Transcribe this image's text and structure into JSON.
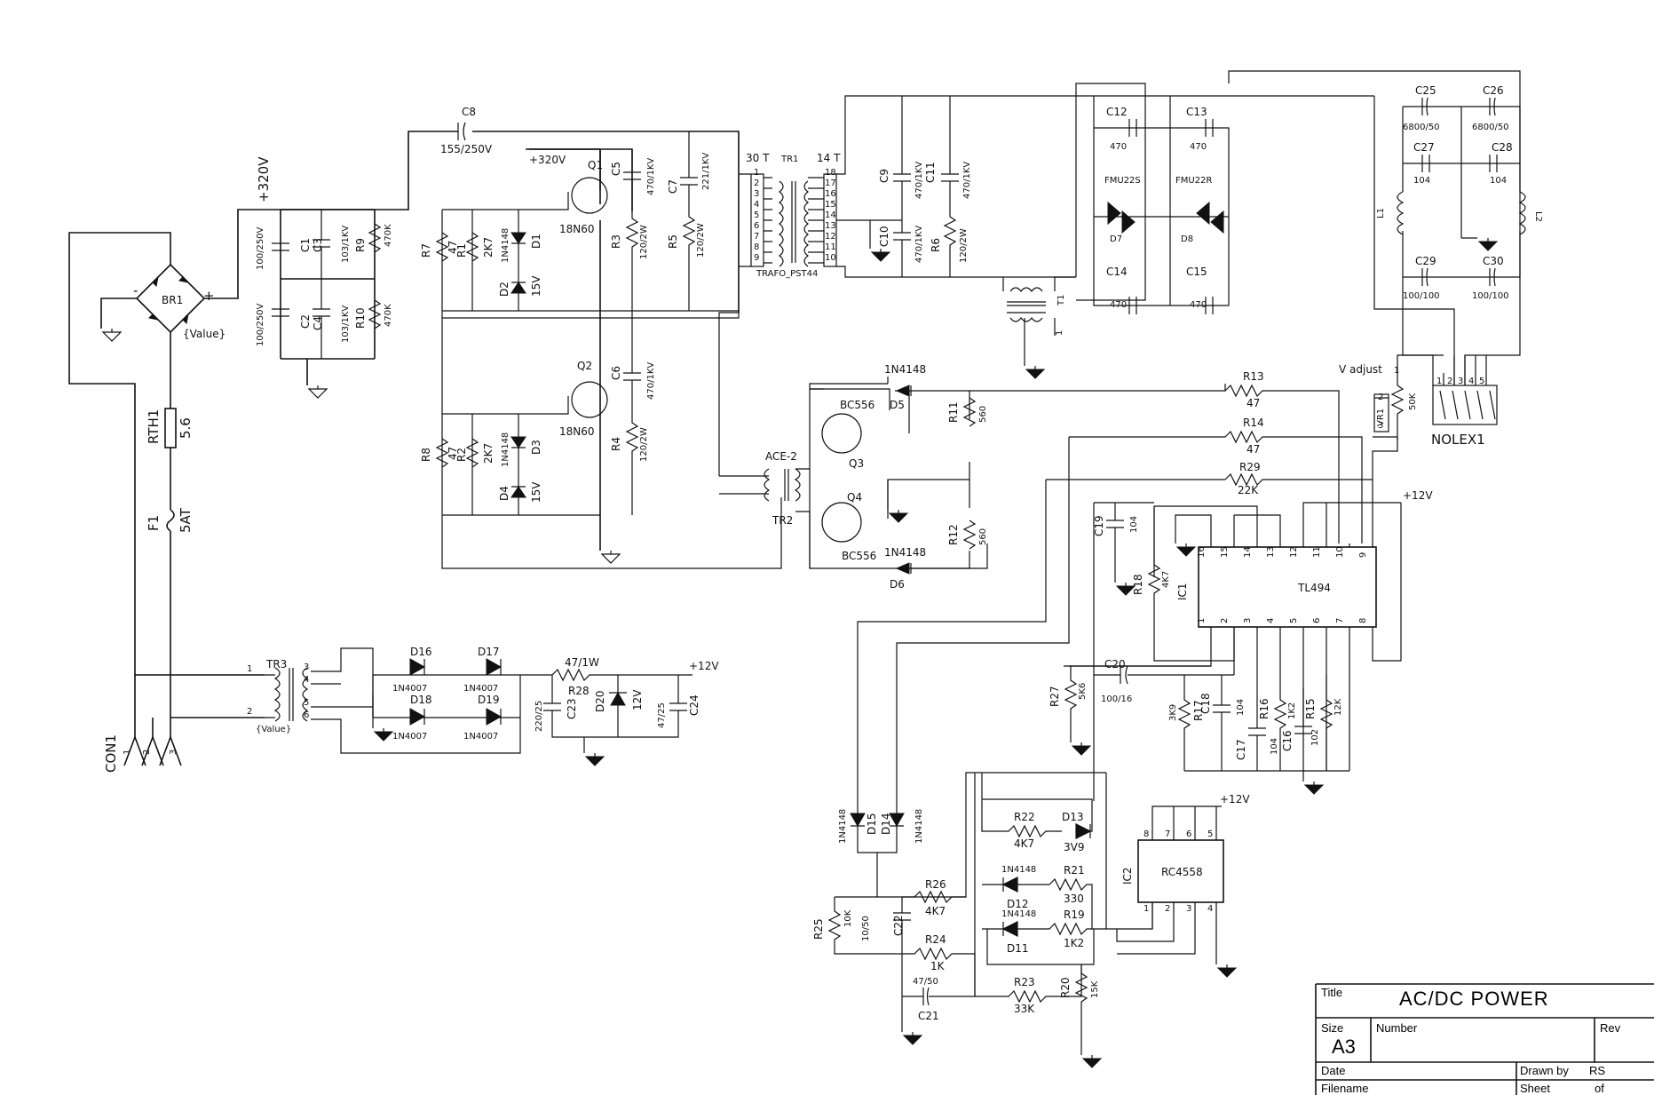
{
  "title_block": {
    "title_label": "Title",
    "title": "AC/DC POWER",
    "size_label": "Size",
    "size": "A3",
    "number_label": "Number",
    "rev_label": "Rev",
    "date_label": "Date",
    "drawn_by_label": "Drawn by",
    "drawn_by": "RS",
    "filename_label": "Filename",
    "sheet_label": "Sheet",
    "of_label": "of"
  },
  "nodes": {
    "plus320": "+320V",
    "plus320_q1": "+320V",
    "plus12_main": "+12V",
    "plus12_ic1": "+12V",
    "plus12_ic2": "+12V",
    "v_adjust": "V adjust"
  },
  "parts": {
    "BR1": {
      "ref": "BR1",
      "value": "{Value}"
    },
    "RTH1": {
      "ref": "RTH1",
      "value": "5.6"
    },
    "F1": {
      "ref": "F1",
      "value": "5AT"
    },
    "CON1": {
      "ref": "CON1",
      "pins": [
        "1",
        "2",
        "3"
      ]
    },
    "C1": {
      "ref": "C1",
      "value": "100/250V"
    },
    "C2": {
      "ref": "C2",
      "value": "100/250V"
    },
    "C3": {
      "ref": "C3",
      "value": "103/1KV"
    },
    "C4": {
      "ref": "C4",
      "value": "103/1KV"
    },
    "R9": {
      "ref": "R9",
      "value": "470K"
    },
    "R10": {
      "ref": "R10",
      "value": "470K"
    },
    "C8": {
      "ref": "C8",
      "value": "155/250V"
    },
    "Q1": {
      "ref": "Q1",
      "value": "18N60"
    },
    "Q2": {
      "ref": "Q2",
      "value": "18N60"
    },
    "R1": {
      "ref": "R1",
      "value": "2K7"
    },
    "R2": {
      "ref": "R2",
      "value": "2K7"
    },
    "R7": {
      "ref": "R7",
      "value": "47"
    },
    "R8": {
      "ref": "R8",
      "value": "47"
    },
    "D1": {
      "ref": "D1",
      "value": "1N4148"
    },
    "D2": {
      "ref": "D2",
      "value": "15V"
    },
    "D3": {
      "ref": "D3",
      "value": "1N4148"
    },
    "D4": {
      "ref": "D4",
      "value": "15V"
    },
    "C5": {
      "ref": "C5",
      "value": "470/1KV"
    },
    "C6": {
      "ref": "C6",
      "value": "470/1KV"
    },
    "R3": {
      "ref": "R3",
      "value": "120/2W"
    },
    "R4": {
      "ref": "R4",
      "value": "120/2W"
    },
    "C7": {
      "ref": "C7",
      "value": "221/1KV"
    },
    "R5": {
      "ref": "R5",
      "value": "120/2W"
    },
    "TR1": {
      "ref": "TR1",
      "value": "TRAFO_PST44",
      "primary": "30 T",
      "secondary": "14 T",
      "pins_left": [
        "1",
        "2",
        "3",
        "4",
        "5",
        "6",
        "7",
        "8",
        "9"
      ],
      "pins_right": [
        "18",
        "17",
        "16",
        "15",
        "14",
        "13",
        "12",
        "11",
        "10"
      ]
    },
    "C9": {
      "ref": "C9",
      "value": "470/1KV"
    },
    "C10": {
      "ref": "C10",
      "value": "470/1KV"
    },
    "C11": {
      "ref": "C11",
      "value": "470/1KV"
    },
    "R6": {
      "ref": "R6",
      "value": "120/2W"
    },
    "T1": {
      "ref": "T1",
      "pin": "1"
    },
    "TR2": {
      "ref": "TR2",
      "value": "ACE-2"
    },
    "Q3": {
      "ref": "Q3",
      "value": "BC556"
    },
    "Q4": {
      "ref": "Q4",
      "value": "BC556"
    },
    "D5": {
      "ref": "D5",
      "value": "1N4148"
    },
    "D6": {
      "ref": "D6",
      "value": "1N4148"
    },
    "R11": {
      "ref": "R11",
      "value": "560"
    },
    "R12": {
      "ref": "R12",
      "value": "560"
    },
    "C12": {
      "ref": "C12",
      "value": "470"
    },
    "C13": {
      "ref": "C13",
      "value": "470"
    },
    "C14": {
      "ref": "C14",
      "value": "470"
    },
    "C15": {
      "ref": "C15",
      "value": "470"
    },
    "D7": {
      "ref": "D7",
      "value": "FMU22S"
    },
    "D8": {
      "ref": "D8",
      "value": "FMU22R"
    },
    "C25": {
      "ref": "C25",
      "value": "6800/50"
    },
    "C26": {
      "ref": "C26",
      "value": "6800/50"
    },
    "C27": {
      "ref": "C27",
      "value": "104"
    },
    "C28": {
      "ref": "C28",
      "value": "104"
    },
    "L1": {
      "ref": "L1"
    },
    "L2": {
      "ref": "L2"
    },
    "C29": {
      "ref": "C29",
      "value": "100/100"
    },
    "C30": {
      "ref": "C30",
      "value": "100/100"
    },
    "NOLEX1": {
      "ref": "NOLEX1",
      "pins": [
        "1",
        "2",
        "3",
        "4",
        "5"
      ]
    },
    "VR1": {
      "ref": "VR1",
      "value": "50K",
      "pins": [
        "1",
        "2",
        "3"
      ]
    },
    "R13": {
      "ref": "R13",
      "value": "47"
    },
    "R14": {
      "ref": "R14",
      "value": "47"
    },
    "R29": {
      "ref": "R29",
      "value": "22K"
    },
    "C19": {
      "ref": "C19",
      "value": "104"
    },
    "R18": {
      "ref": "R18",
      "value": "4K7"
    },
    "IC1": {
      "ref": "IC1",
      "value": "TL494",
      "pins_top": [
        "16",
        "15",
        "14",
        "13",
        "12",
        "11",
        "10",
        "9"
      ],
      "pins_bottom": [
        "1",
        "2",
        "3",
        "4",
        "5",
        "6",
        "7",
        "8"
      ]
    },
    "R27": {
      "ref": "R27",
      "value": "5K6"
    },
    "C20": {
      "ref": "C20",
      "value": "100/16"
    },
    "R17": {
      "ref": "R17",
      "value": "3K9"
    },
    "C18": {
      "ref": "C18",
      "value": "104"
    },
    "C17": {
      "ref": "C17",
      "value": "104"
    },
    "R16": {
      "ref": "R16",
      "value": "1K2"
    },
    "C16": {
      "ref": "C16",
      "value": "102"
    },
    "R15": {
      "ref": "R15",
      "value": "12K"
    },
    "TR3": {
      "ref": "TR3",
      "value": "{Value}",
      "pins": [
        "1",
        "2",
        "3",
        "4",
        "5",
        "6"
      ]
    },
    "D16": {
      "ref": "D16",
      "value": "1N4007"
    },
    "D17": {
      "ref": "D17",
      "value": "1N4007"
    },
    "D18": {
      "ref": "D18",
      "value": "1N4007"
    },
    "D19": {
      "ref": "D19",
      "value": "1N4007"
    },
    "R28": {
      "ref": "R28",
      "value": "47/1W"
    },
    "C23": {
      "ref": "C23",
      "value": "220/25"
    },
    "D20": {
      "ref": "D20",
      "value": "12V"
    },
    "C24": {
      "ref": "C24",
      "value": "47/25"
    },
    "D15": {
      "ref": "D15",
      "value": "1N4148"
    },
    "D14": {
      "ref": "D14",
      "value": "1N4148"
    },
    "R25": {
      "ref": "R25",
      "value": "10K"
    },
    "C22": {
      "ref": "C22",
      "value": "10/50"
    },
    "R26": {
      "ref": "R26",
      "value": "4K7"
    },
    "R24": {
      "ref": "R24",
      "value": "1K"
    },
    "C21": {
      "ref": "C21",
      "value": "47/50"
    },
    "R23": {
      "ref": "R23",
      "value": "33K"
    },
    "R22": {
      "ref": "R22",
      "value": "4K7"
    },
    "D13": {
      "ref": "D13",
      "value": "3V9"
    },
    "D12": {
      "ref": "D12",
      "value": "1N4148"
    },
    "R21": {
      "ref": "R21",
      "value": "330"
    },
    "D11": {
      "ref": "D11",
      "value": "1N4148"
    },
    "R19": {
      "ref": "R19",
      "value": "1K2"
    },
    "R20": {
      "ref": "R20",
      "value": "15K"
    },
    "IC2": {
      "ref": "IC2",
      "value": "RC4558",
      "pins_top": [
        "8",
        "7",
        "6",
        "5"
      ],
      "pins_bottom": [
        "1",
        "2",
        "3",
        "4"
      ]
    }
  }
}
